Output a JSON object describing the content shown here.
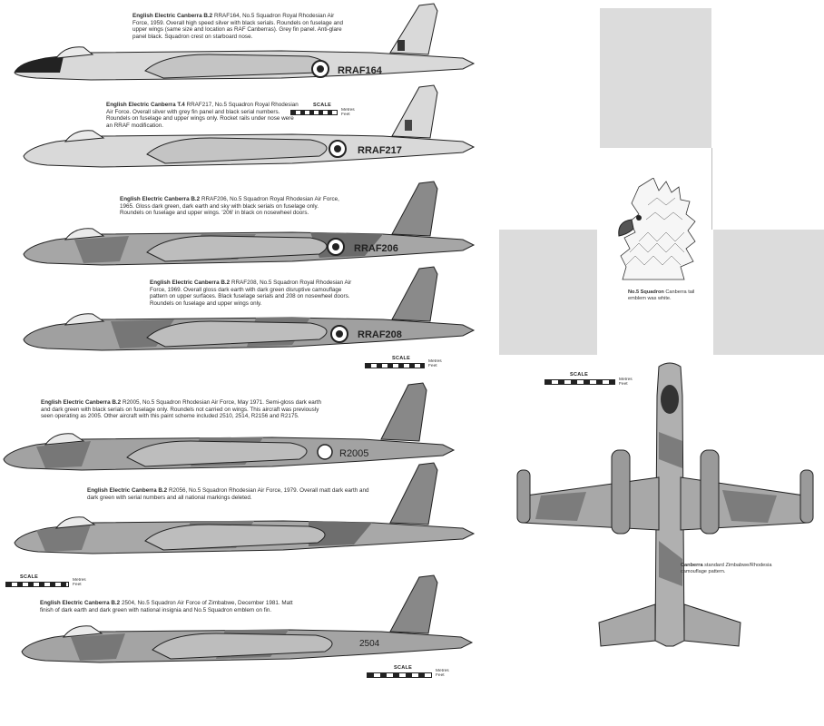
{
  "captions": [
    {
      "title": "English Electric Canberra B.2",
      "text": "RRAF164, No.5 Squadron Royal Rhodesian Air Force, 1959. Overall high speed silver with black serials. Roundels on fuselage and upper wings (same size and location as RAF Canberras). Grey fin panel. Anti-glare panel black. Squadron crest on starboard nose."
    },
    {
      "title": "English Electric Canberra T.4",
      "text": "RRAF217, No.5 Squadron Royal Rhodesian Air Force. Overall silver with grey fin panel and black serial numbers. Roundels on fuselage and upper wings only. Rocket rails under nose were an RRAF modification."
    },
    {
      "title": "English Electric Canberra B.2",
      "text": "RRAF206, No.5 Squadron Royal Rhodesian Air Force, 1965. Gloss dark green, dark earth and sky with black serials on fuselage only. Roundels on fuselage and upper wings. '206' in black on nosewheel doors."
    },
    {
      "title": "English Electric Canberra B.2",
      "text": "RRAF208, No.5 Squadron Royal Rhodesian Air Force, 1969. Overall gloss dark earth with dark green disruptive camouflage pattern on upper surfaces. Black fuselage serials and 208 on nosewheel doors. Roundels on fuselage and upper wings only."
    },
    {
      "title": "English Electric Canberra B.2",
      "text": "R2005, No.5 Squadron Rhodesian Air Force, May 1971. Semi-gloss dark earth and dark green with black serials on fuselage only. Roundels not carried on wings. This aircraft was previously seen operating as 2005. Other aircraft with this paint scheme included 2510, 2514, R2156 and R2175."
    },
    {
      "title": "English Electric Canberra B.2",
      "text": "R2056, No.5 Squadron Rhodesian Air Force, 1979. Overall matt dark earth and dark green with serial numbers and all national markings deleted."
    },
    {
      "title": "English Electric Canberra B.2",
      "text": "2504, No.5 Squadron Air Force of Zimbabwe, December 1981. Matt finish of dark earth and dark green with national insignia and No.5 Squadron emblem on fin."
    }
  ],
  "serials": [
    "RRAF164",
    "RRAF217",
    "RRAF206",
    "RRAF208",
    "R2005",
    "",
    "2504"
  ],
  "scale": {
    "label": "SCALE",
    "metres": "Metres",
    "feet": "Feet"
  },
  "emblem_note": {
    "title": "No.5 Squadron",
    "text": "Canberra tail emblem was white."
  },
  "plan_note": {
    "title": "Canberra",
    "text": "standard Zimbabwe/Rhodesia camouflage pattern."
  },
  "colors": {
    "silver": "#d6d6d6",
    "grey": "#a8a8a8",
    "earth": "#8d8d8d",
    "green": "#6e6e6e",
    "ink": "#222222",
    "block": "#dcdcdc"
  }
}
